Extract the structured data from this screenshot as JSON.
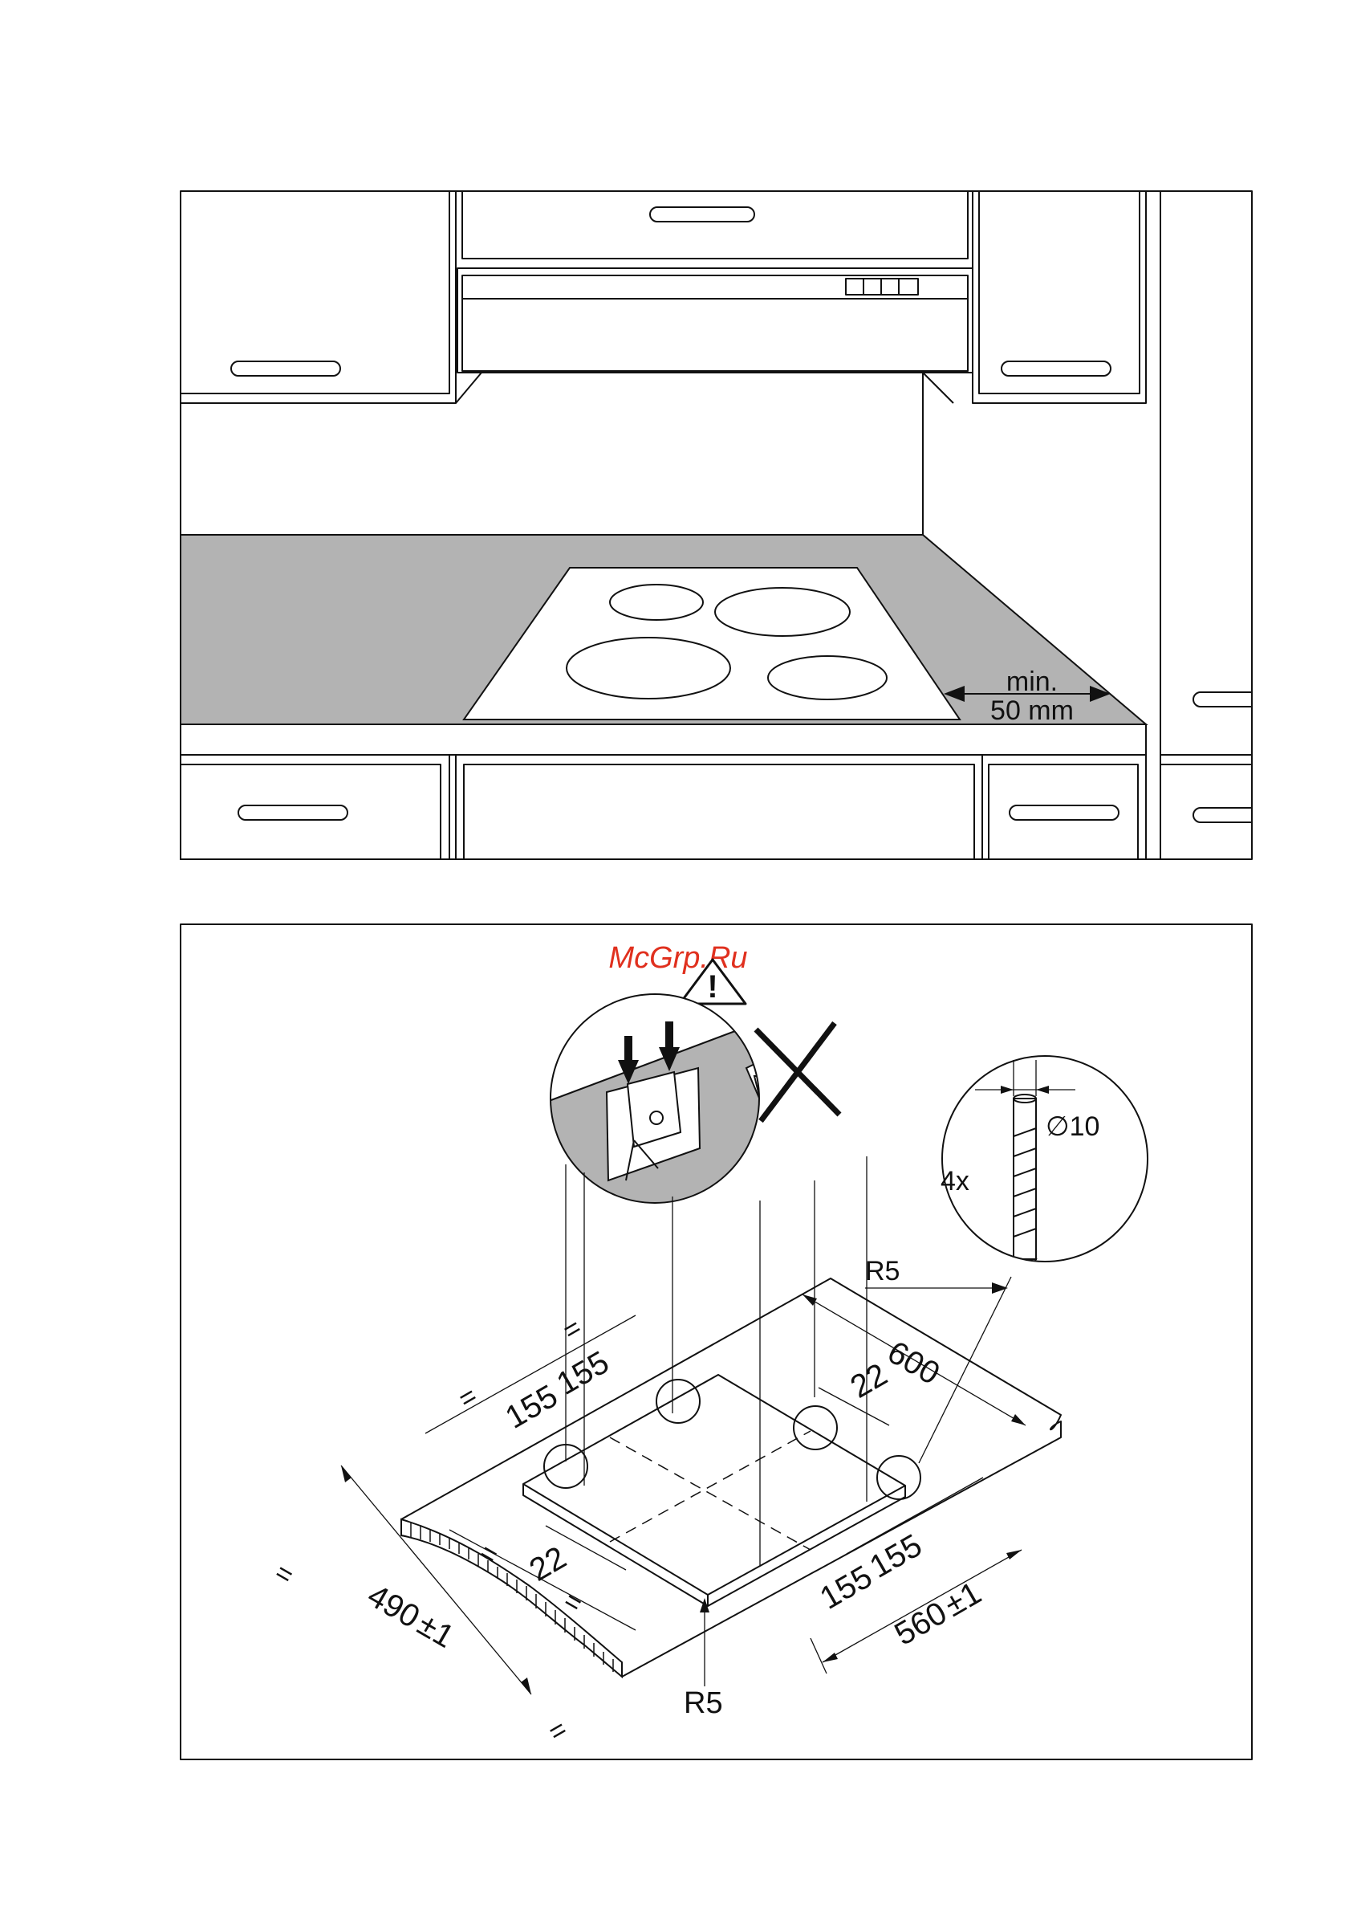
{
  "top_figure": {
    "clearance_line1": "min.",
    "clearance_line2": "50 mm"
  },
  "bottom_figure": {
    "watermark": "McGrp.Ru",
    "warning_symbol": "!",
    "screw_count": "4x",
    "hole_diameter": "∅10",
    "radius_top": "R5",
    "radius_bottom": "R5",
    "dim_600": "600",
    "dim_22_right": "22",
    "dim_22_left": "22",
    "dim_155_a": "155",
    "dim_155_b": "155",
    "dim_155_c": "155",
    "dim_155_d": "155",
    "dim_560": "560",
    "dim_490": "490",
    "tolerance": "±1",
    "equal_sign": "="
  },
  "colors": {
    "worktop": "#b3b3b3",
    "line": "#111111",
    "watermark": "#e0301e"
  }
}
